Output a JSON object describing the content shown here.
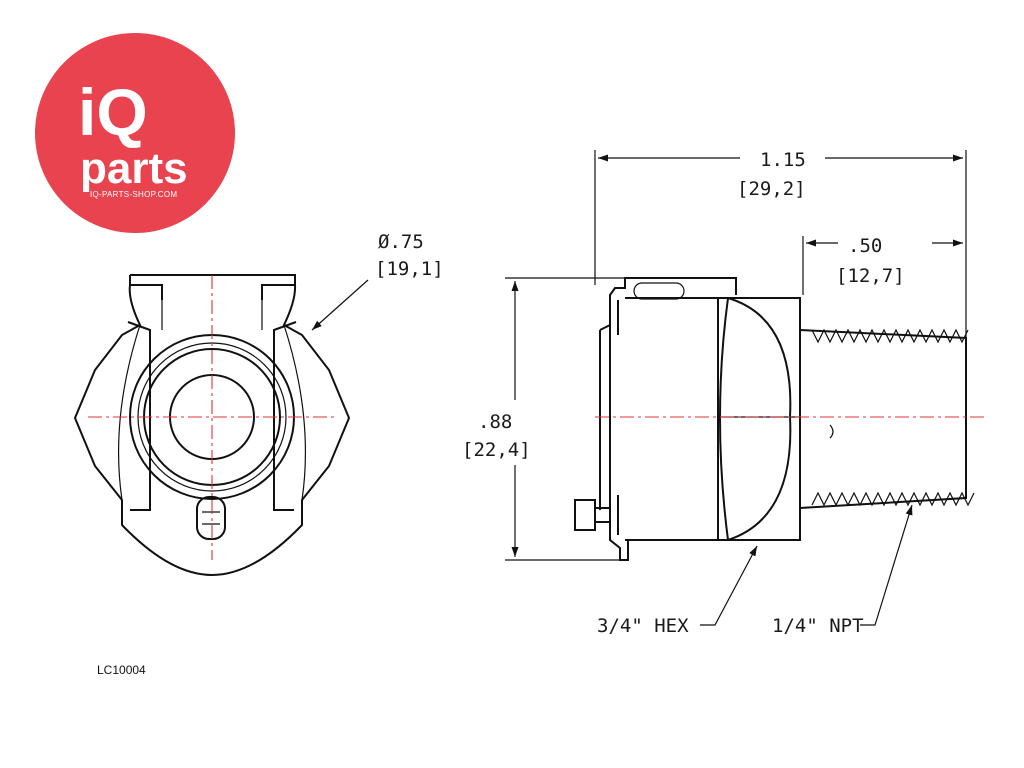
{
  "logo": {
    "line1": "iQ",
    "line2": "parts",
    "url": "IQ-PARTS-SHOP.COM",
    "color": "#e8434f"
  },
  "dimensions": {
    "diameter": {
      "imperial": "Ø.75",
      "metric": "[19,1]"
    },
    "overall_length": {
      "imperial": "1.15",
      "metric": "[29,2]"
    },
    "thread_length": {
      "imperial": ".50",
      "metric": "[12,7]"
    },
    "height": {
      "imperial": ".88",
      "metric": "[22,4]"
    }
  },
  "callouts": {
    "hex": "3/4\" HEX",
    "npt": "1/4\" NPT"
  },
  "part_code": "LC10004",
  "colors": {
    "centerline": "#e0303a",
    "line": "#111111"
  }
}
